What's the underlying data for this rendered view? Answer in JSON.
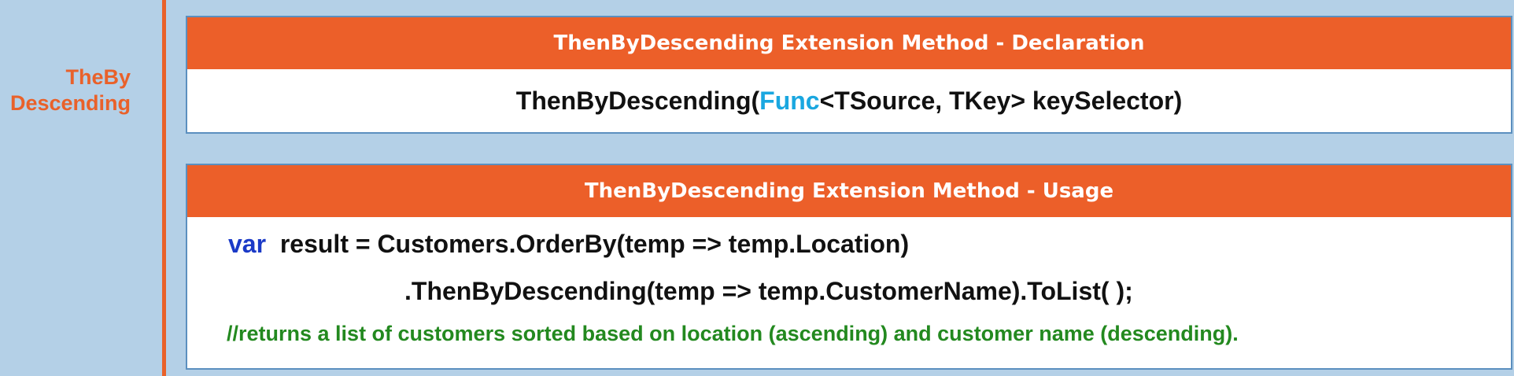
{
  "sidebar": {
    "label_line1": "TheBy",
    "label_line2": "Descending"
  },
  "declaration": {
    "header": "ThenByDescending Extension Method - Declaration",
    "signature_prefix": "ThenByDescending(",
    "signature_keyword": "Func",
    "signature_suffix": "<TSource, TKey>  keySelector)"
  },
  "usage": {
    "header": "ThenByDescending Extension Method - Usage",
    "line1_keyword": "var",
    "line1_rest": "  result = Customers.OrderBy(temp => temp.Location)",
    "line2": ".ThenByDescending(temp => temp.CustomerName).ToList( );",
    "comment": "//returns a list of customers sorted based on location (ascending) and customer name (descending)."
  },
  "colors": {
    "accent_orange": "#ec5f29",
    "background_blue": "#b4d0e7",
    "keyword_func": "#1aa7e0",
    "keyword_var": "#1b3ac7",
    "comment_green": "#23891f"
  }
}
